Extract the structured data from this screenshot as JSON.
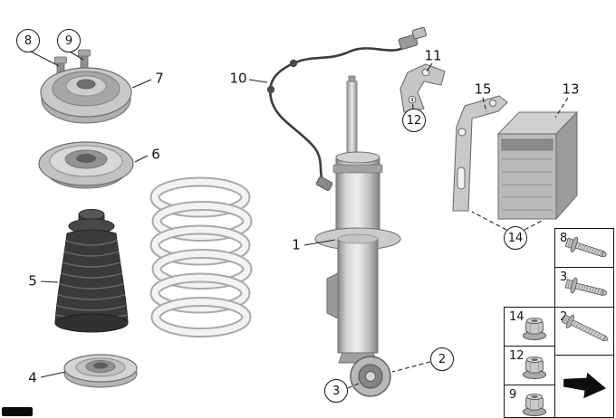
{
  "diagram": {
    "colors": {
      "line": "#1a1a1a",
      "metal_light": "#d6d6d6",
      "metal_dark": "#8a8a8a",
      "boot_dark": "#3a3a3a"
    }
  },
  "callouts": {
    "c1": "1",
    "c2": "2",
    "c3": "3",
    "c4": "4",
    "c5": "5",
    "c6": "6",
    "c7": "7",
    "c8": "8",
    "c9": "9",
    "c10": "10",
    "c11": "11",
    "c12": "12",
    "c13": "13",
    "c14": "14",
    "c15": "15"
  },
  "legend": {
    "items": [
      {
        "label": "8",
        "icon": "flange-bolt-icon"
      },
      {
        "label": "3",
        "icon": "flange-bolt-icon"
      },
      {
        "label": "14",
        "icon": "flange-nut-icon"
      },
      {
        "label": "2",
        "icon": "flange-bolt-long-icon"
      },
      {
        "label": "12",
        "icon": "flange-nut-icon"
      },
      {
        "label": "9",
        "icon": "flange-nut-icon"
      },
      {
        "label": "",
        "icon": "direction-arrow-icon"
      }
    ]
  }
}
